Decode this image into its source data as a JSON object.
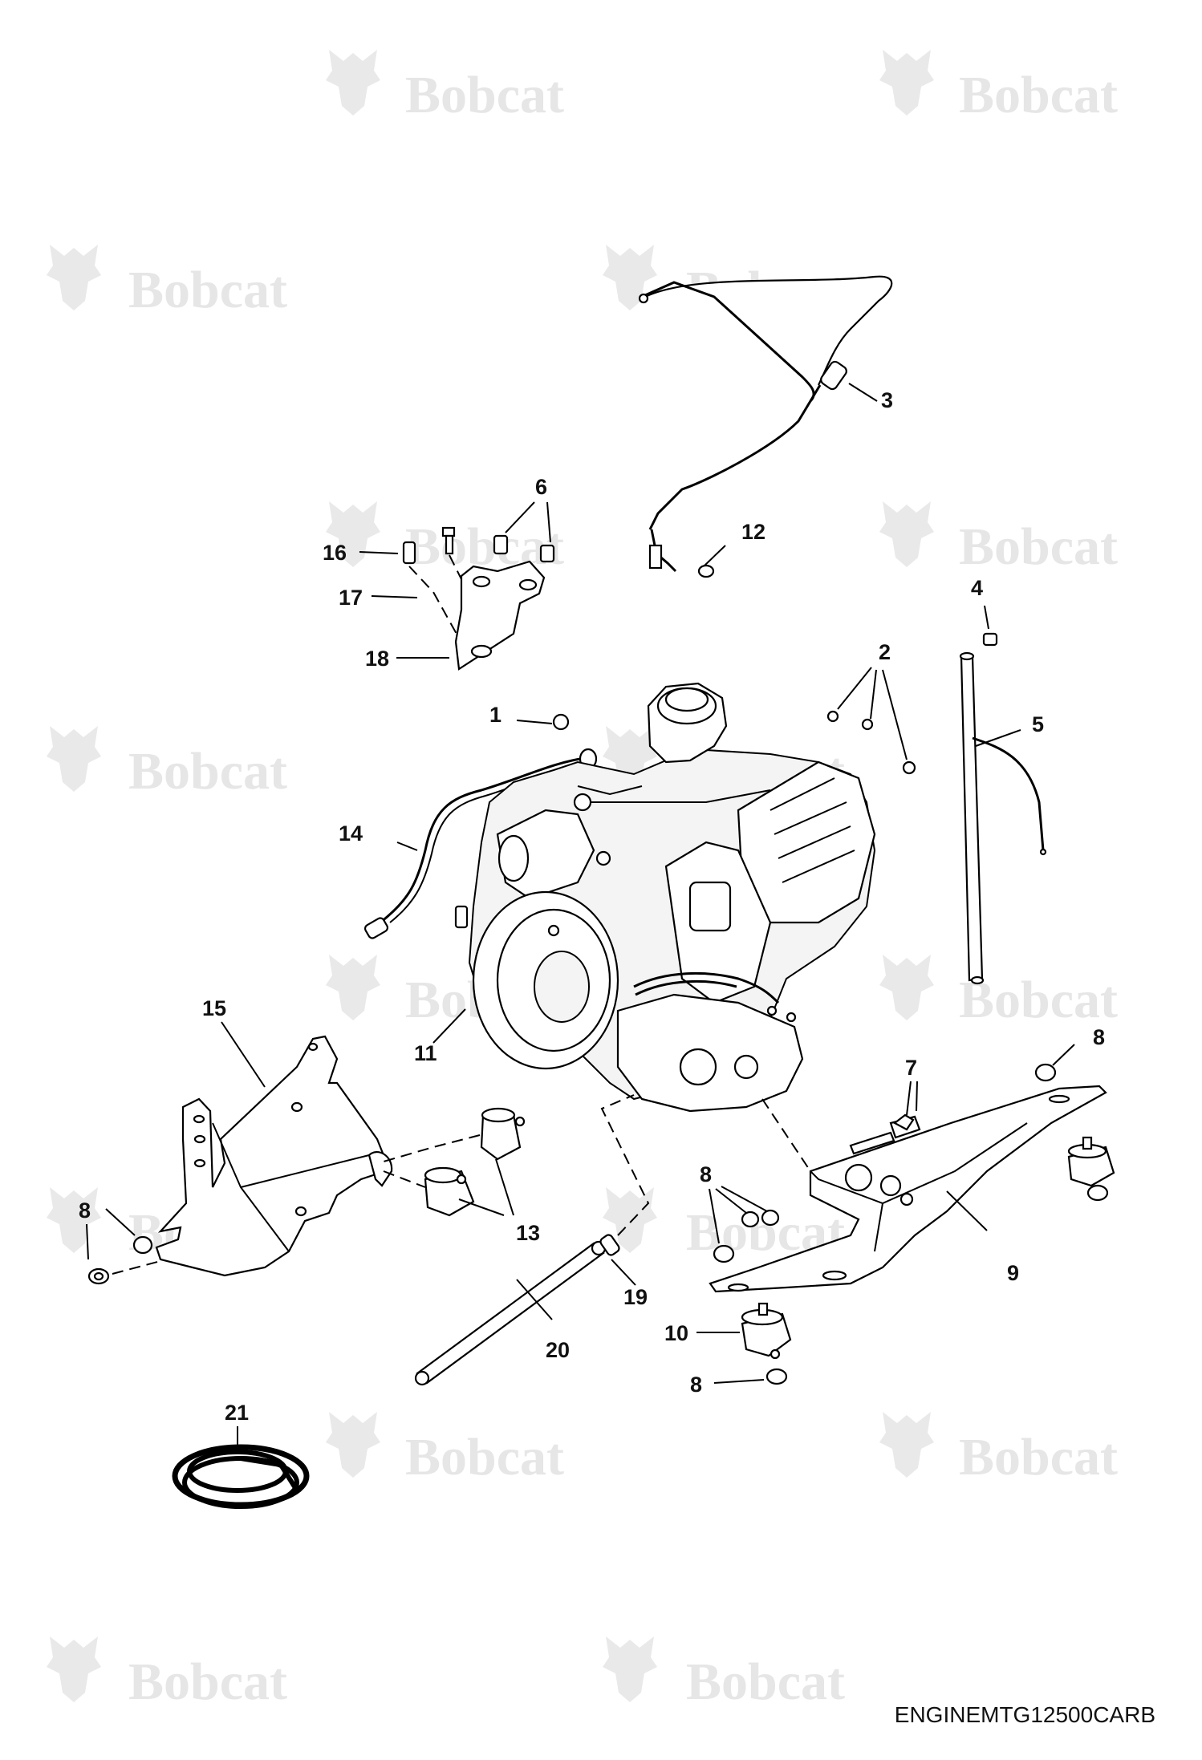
{
  "watermark": {
    "text": "Bobcat",
    "icon": "bobcat-logo-icon"
  },
  "drawing_code": "ENGINEMTG12500CARB",
  "callouts": [
    {
      "id": "c1",
      "text": "1"
    },
    {
      "id": "c2",
      "text": "2"
    },
    {
      "id": "c3",
      "text": "3"
    },
    {
      "id": "c4",
      "text": "4"
    },
    {
      "id": "c5",
      "text": "5"
    },
    {
      "id": "c6",
      "text": "6"
    },
    {
      "id": "c7",
      "text": "7"
    },
    {
      "id": "c8a",
      "text": "8"
    },
    {
      "id": "c8b",
      "text": "8"
    },
    {
      "id": "c8c",
      "text": "8"
    },
    {
      "id": "c8d",
      "text": "8"
    },
    {
      "id": "c9",
      "text": "9"
    },
    {
      "id": "c10",
      "text": "10"
    },
    {
      "id": "c11",
      "text": "11"
    },
    {
      "id": "c12",
      "text": "12"
    },
    {
      "id": "c13",
      "text": "13"
    },
    {
      "id": "c14",
      "text": "14"
    },
    {
      "id": "c15",
      "text": "15"
    },
    {
      "id": "c16",
      "text": "16"
    },
    {
      "id": "c17",
      "text": "17"
    },
    {
      "id": "c18",
      "text": "18"
    },
    {
      "id": "c19",
      "text": "19"
    },
    {
      "id": "c20",
      "text": "20"
    },
    {
      "id": "c21",
      "text": "21"
    }
  ]
}
